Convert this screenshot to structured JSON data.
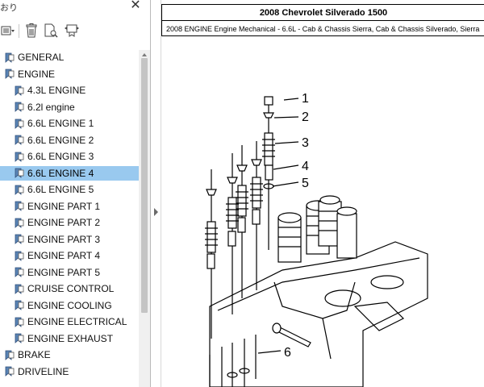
{
  "panel": {
    "title": "おり",
    "close_glyph": "✕",
    "toolbar": {
      "options_icon": "options-icon",
      "delete_icon": "trash-icon",
      "find_bookmark_icon": "find-bookmark-icon",
      "expand_bookmark_icon": "expand-bookmark-icon"
    },
    "items": [
      {
        "label": "GENERAL",
        "level": 0
      },
      {
        "label": "ENGINE",
        "level": 0
      },
      {
        "label": "4.3L ENGINE",
        "level": 1
      },
      {
        "label": "6.2l engine",
        "level": 1
      },
      {
        "label": "6.6L ENGINE 1",
        "level": 1
      },
      {
        "label": "6.6L ENGINE 2",
        "level": 1
      },
      {
        "label": "6.6L ENGINE 3",
        "level": 1
      },
      {
        "label": "6.6L ENGINE 4",
        "level": 1,
        "selected": true
      },
      {
        "label": "6.6L ENGINE 5",
        "level": 1
      },
      {
        "label": "ENGINE PART 1",
        "level": 1
      },
      {
        "label": "ENGINE PART 2",
        "level": 1
      },
      {
        "label": "ENGINE PART 3",
        "level": 1
      },
      {
        "label": "ENGINE PART 4",
        "level": 1
      },
      {
        "label": "ENGINE PART 5",
        "level": 1
      },
      {
        "label": "CRUISE CONTROL",
        "level": 1
      },
      {
        "label": "ENGINE COOLING",
        "level": 1
      },
      {
        "label": "ENGINE ELECTRICAL",
        "level": 1
      },
      {
        "label": "ENGINE EXHAUST",
        "level": 1
      },
      {
        "label": "BRAKE",
        "level": 0
      },
      {
        "label": "DRIVELINE",
        "level": 0
      }
    ]
  },
  "document": {
    "title": "2008 Chevrolet Silverado 1500",
    "subtitle": "2008 ENGINE Engine Mechanical - 6.6L - Cab & Chassis Sierra, Cab & Chassis Silverado, Sierra",
    "callouts": [
      "1",
      "2",
      "3",
      "4",
      "5",
      "6"
    ]
  },
  "colors": {
    "selection": "#99c9ef",
    "bookmark_icon": "#5a84b5",
    "scrollbar_thumb": "#c4c4c4"
  }
}
